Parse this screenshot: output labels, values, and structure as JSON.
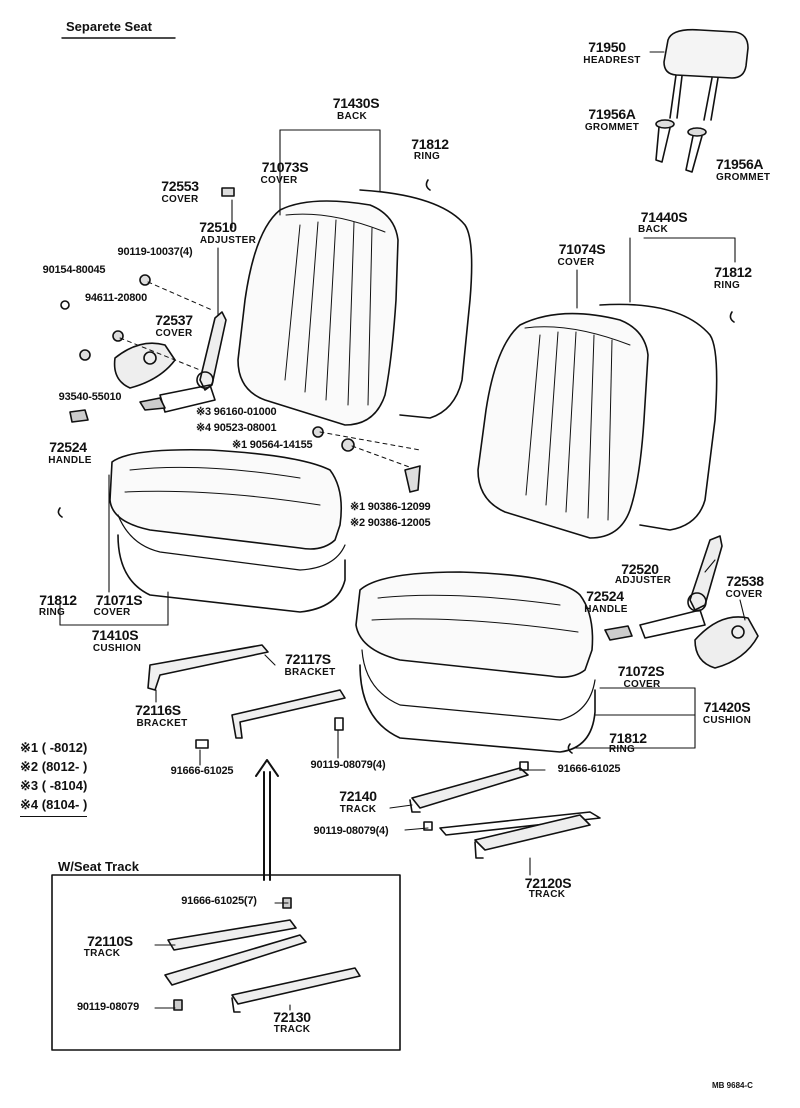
{
  "title": "Separete  Seat",
  "inset_title": "W/Seat   Track",
  "footer_code": "MB  9684-C",
  "legend": [
    {
      "mark": "※1",
      "range": "(      -8012)"
    },
    {
      "mark": "※2",
      "range": "(8012-      )"
    },
    {
      "mark": "※3",
      "range": "(      -8104)"
    },
    {
      "mark": "※4",
      "range": "(8104-      )"
    }
  ],
  "parts": {
    "p71950": {
      "num": "71950",
      "name": "HEADREST"
    },
    "p71956a_top": {
      "num": "71956A",
      "name": "GROMMET"
    },
    "p71956a_bot": {
      "num": "71956A",
      "name": "GROMMET"
    },
    "p71430s": {
      "num": "71430S",
      "name": "BACK"
    },
    "p71812_a": {
      "num": "71812",
      "name": "RING"
    },
    "p71073s": {
      "num": "71073S",
      "name": "COVER"
    },
    "p72553": {
      "num": "72553",
      "name": "COVER"
    },
    "p72510": {
      "num": "72510",
      "name": "ADJUSTER"
    },
    "p90119_10037": {
      "num": "90119-10037(4)"
    },
    "p90154_80045": {
      "num": "90154-80045"
    },
    "p94611_20800": {
      "num": "94611-20800"
    },
    "p72537": {
      "num": "72537",
      "name": "COVER"
    },
    "p93540_55010": {
      "num": "93540-55010"
    },
    "p96160_01000": {
      "num": "※3 96160-01000"
    },
    "p90523_08001": {
      "num": "※4 90523-08001"
    },
    "p90564_14155": {
      "num": "※1 90564-14155"
    },
    "p72524_a": {
      "num": "72524",
      "name": "HANDLE"
    },
    "p90386_12099": {
      "num": "※1 90386-12099"
    },
    "p90386_12005": {
      "num": "※2 90386-12005"
    },
    "p71440s": {
      "num": "71440S",
      "name": "BACK"
    },
    "p71074s": {
      "num": "71074S",
      "name": "COVER"
    },
    "p71812_b": {
      "num": "71812",
      "name": "RING"
    },
    "p71812_c": {
      "num": "71812",
      "name": "RING"
    },
    "p71071s": {
      "num": "71071S",
      "name": "COVER"
    },
    "p71410s": {
      "num": "71410S",
      "name": "CUSHION"
    },
    "p72520": {
      "num": "72520",
      "name": "ADJUSTER"
    },
    "p72538": {
      "num": "72538",
      "name": "COVER"
    },
    "p72524_b": {
      "num": "72524",
      "name": "HANDLE"
    },
    "p72117s": {
      "num": "72117S",
      "name": "BRACKET"
    },
    "p72116s": {
      "num": "72116S",
      "name": "BRACKET"
    },
    "p71072s": {
      "num": "71072S",
      "name": "COVER"
    },
    "p71420s": {
      "num": "71420S",
      "name": "CUSHION"
    },
    "p71812_d": {
      "num": "71812",
      "name": "RING"
    },
    "p91666_61025_a": {
      "num": "91666-61025"
    },
    "p90119_08079_4a": {
      "num": "90119-08079(4)"
    },
    "p91666_61025_b": {
      "num": "91666-61025"
    },
    "p72140": {
      "num": "72140",
      "name": "TRACK"
    },
    "p90119_08079_4b": {
      "num": "90119-08079(4)"
    },
    "p72120s": {
      "num": "72120S",
      "name": "TRACK"
    },
    "p91666_61025_7": {
      "num": "91666-61025(7)"
    },
    "p72110s": {
      "num": "72110S",
      "name": "TRACK"
    },
    "p90119_08079": {
      "num": "90119-08079"
    },
    "p72130": {
      "num": "72130",
      "name": "TRACK"
    }
  }
}
